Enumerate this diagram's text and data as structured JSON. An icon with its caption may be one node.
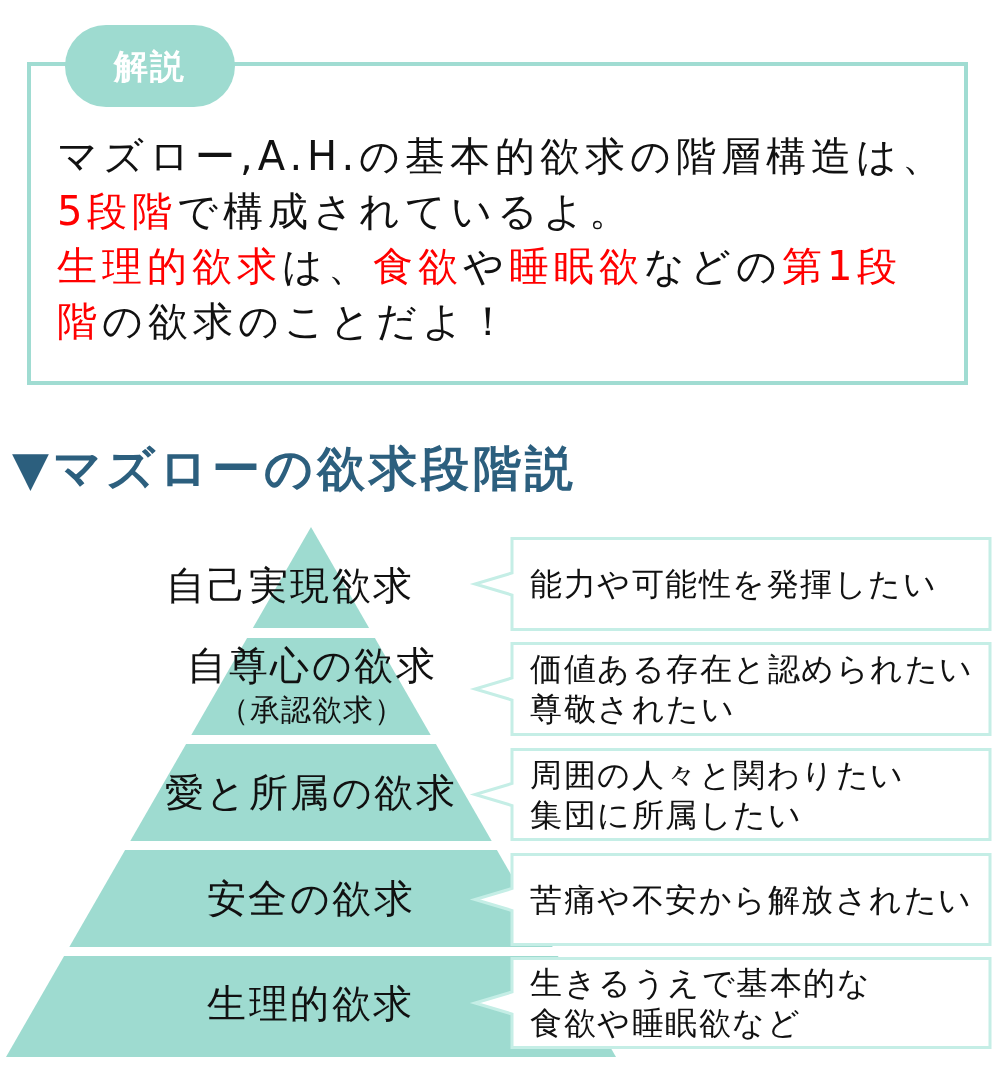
{
  "diagram": {
    "title": "▼マズローの欲求段階説",
    "nodes": [
      {
        "text": [
          "解説"
        ]
      },
      {
        "text": [
          "マズロー,A.H.の基本的欲求の階層構造は、**5段階**で構成されているよ。",
          "**生理的欲求**は、**食欲**や**睡眠欲**などの**第1段階**の欲求のことだよ！"
        ]
      },
      {
        "text": [
          "自己実現欲求"
        ]
      },
      {
        "text": [
          "能力や可能性を発揮したい"
        ]
      },
      {
        "text": [
          "自尊心の欲求",
          "（承認欲求）"
        ]
      },
      {
        "text": [
          "価値ある存在と認められたい",
          "尊敬されたい"
        ]
      },
      {
        "text": [
          "愛と所属の欲求"
        ]
      },
      {
        "text": [
          "周囲の人々と関わりたい",
          "集団に所属したい"
        ]
      },
      {
        "text": [
          "安全の欲求"
        ]
      },
      {
        "text": [
          "苦痛や不安から解放されたい"
        ]
      },
      {
        "text": [
          "生理的欲求"
        ]
      },
      {
        "text": [
          "生きるうえで基本的な食欲や睡眠欲など"
        ]
      }
    ]
  }
}
